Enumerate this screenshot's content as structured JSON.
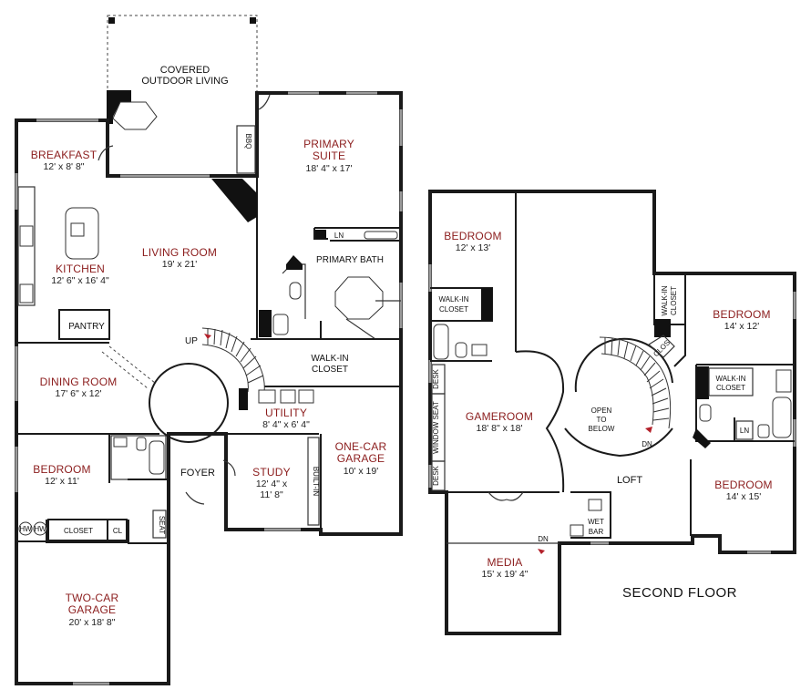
{
  "first_floor": {
    "covered_outdoor_living": {
      "line1": "COVERED",
      "line2": "OUTDOOR LIVING"
    },
    "bbq": "BBQ",
    "breakfast": {
      "name": "BREAKFAST",
      "dim": "12' x 8' 8\""
    },
    "primary_suite": {
      "line1": "PRIMARY",
      "line2": "SUITE",
      "dim": "18' 4\" x 17'"
    },
    "living_room": {
      "name": "LIVING ROOM",
      "dim": "19' x 21'"
    },
    "kitchen": {
      "name": "KITCHEN",
      "dim": "12' 6\" x 16' 4\""
    },
    "ln": "LN",
    "primary_bath": "PRIMARY BATH",
    "pantry": "PANTRY",
    "up": "UP",
    "walk_in_closet": {
      "line1": "WALK-IN",
      "line2": "CLOSET"
    },
    "dining_room": {
      "name": "DINING ROOM",
      "dim": "17' 6\" x 12'"
    },
    "utility": {
      "name": "UTILITY",
      "dim": "8' 4\" x 6' 4\""
    },
    "one_car_garage": {
      "line1": "ONE-CAR",
      "line2": "GARAGE",
      "dim": "10' x 19'"
    },
    "bedroom": {
      "name": "BEDROOM",
      "dim": "12' x 11'"
    },
    "foyer": "FOYER",
    "study": {
      "name": "STUDY",
      "dim1": "12' 4\" x",
      "dim2": "11' 8\""
    },
    "built_in": "BUILT-IN",
    "hw1": "HW",
    "hw2": "HW",
    "closet": "CLOSET",
    "cl": "CL",
    "seat": "SEAT",
    "two_car_garage": {
      "line1": "TWO-CAR",
      "line2": "GARAGE",
      "dim": "20' x 18' 8\""
    }
  },
  "second_floor": {
    "bedroom_nw": {
      "name": "BEDROOM",
      "dim": "12' x 13'"
    },
    "walk_in_closet_w": {
      "line1": "WALK-IN",
      "line2": "CLOSET"
    },
    "desk_top": "DESK",
    "window_seat": "WINDOW SEAT",
    "desk_bottom": "DESK",
    "gameroom": {
      "name": "GAMEROOM",
      "dim": "18' 8\" x 18'"
    },
    "open_to_below": {
      "line1": "OPEN",
      "line2": "TO",
      "line3": "BELOW"
    },
    "dn_stair": "DN",
    "walk_in_closet_ne": {
      "line1": "WALK-IN",
      "line2": "CLOSET"
    },
    "clos": "CLOS",
    "bedroom_ne": {
      "name": "BEDROOM",
      "dim": "14' x 12'"
    },
    "walk_in_closet_e": {
      "line1": "WALK-IN",
      "line2": "CLOSET"
    },
    "ln": "LN",
    "loft": "LOFT",
    "wet_bar": {
      "line1": "WET",
      "line2": "BAR"
    },
    "bedroom_se": {
      "name": "BEDROOM",
      "dim": "14' x 15'"
    },
    "dn_media": "DN",
    "media": {
      "name": "MEDIA",
      "dim": "15' x 19' 4\""
    },
    "floor_label": "SECOND FLOOR"
  },
  "colors": {
    "room_name": "#8b1c1c",
    "walls": "#1a1a1a",
    "arrow": "#b3202a",
    "window": "#9a9a9a"
  }
}
